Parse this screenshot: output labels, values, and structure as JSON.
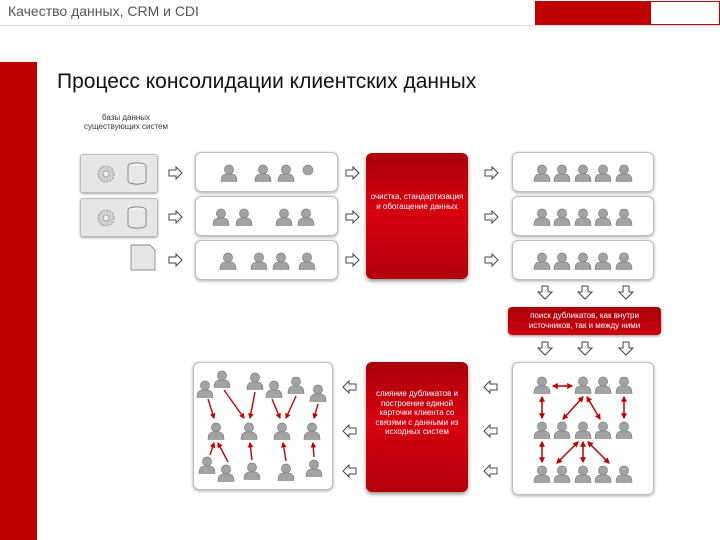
{
  "header": {
    "title": "Качество данных, CRM и CDI"
  },
  "page": {
    "title": "Процесс консолидации клиентских данных"
  },
  "diagram": {
    "sources_caption": "базы данных существующих систем",
    "cleansing_label": "очистка, стандартизация и обогащение данных",
    "duplicates_label": "поиск дубликатов, как внутри источников, так и между ними",
    "merge_label": "слияние дубликатов и построение единой карточки клиента со связями с данными из исходных систем"
  },
  "colors": {
    "accent_red": "#c00000",
    "panel_border": "#bdbdbd",
    "person_gray": "#9a9a9a"
  },
  "icons": [
    "gear-icon",
    "database-icon",
    "document-icon",
    "arrow-right-icon",
    "arrow-left-icon",
    "arrow-down-icon",
    "person-icon"
  ]
}
